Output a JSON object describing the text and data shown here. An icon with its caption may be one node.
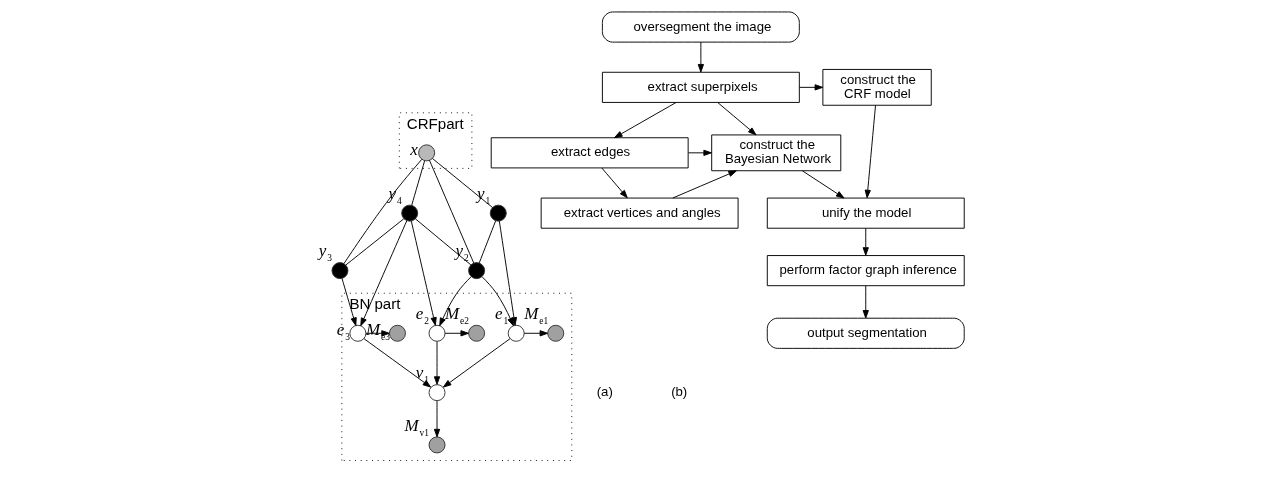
{
  "diagram": {
    "nodes": [
      {
        "text": [
          "CRFpart"
        ]
      },
      {
        "text": [],
        "shape": "circle",
        "beside": [
          "*x*"
        ],
        "in": 0
      },
      {
        "text": [],
        "shape": "circle",
        "beside": [
          "*y*$_{1}$"
        ]
      },
      {
        "text": [],
        "shape": "circle",
        "beside": [
          "*y*$_{2}$"
        ]
      },
      {
        "text": [],
        "shape": "circle",
        "beside": [
          "*y*$_{3}$"
        ]
      },
      {
        "text": [],
        "shape": "circle",
        "beside": [
          "*y*$_{4}$"
        ]
      },
      {
        "text": [
          "BN part"
        ]
      },
      {
        "text": [],
        "shape": "circle",
        "beside": [
          "*M*$_{e1}$"
        ],
        "in": 6
      },
      {
        "text": [],
        "shape": "circle",
        "beside": [
          "*e*$_{1}$"
        ],
        "in": 6
      },
      {
        "text": [],
        "shape": "circle",
        "beside": [
          "*M*$_{e2}$"
        ],
        "in": 6
      },
      {
        "text": [],
        "shape": "circle",
        "beside": [
          "*e*$_{2}$"
        ],
        "in": 6
      },
      {
        "text": [],
        "shape": "circle",
        "beside": [
          "*M*$_{e3}$"
        ],
        "in": 6
      },
      {
        "text": [],
        "shape": "circle",
        "beside": [
          "*e*$_{3}$"
        ],
        "in": 6
      },
      {
        "text": [],
        "shape": "circle",
        "beside": [
          "*v*$_{1}$"
        ],
        "in": 6
      },
      {
        "text": [],
        "shape": "circle",
        "beside": [
          "*M*$_{v1}$"
        ],
        "in": 6
      },
      {
        "text": [
          "oversegment the image"
        ]
      },
      {
        "text": [
          "construct the CRF model"
        ]
      },
      {
        "text": [
          "extract superpixels"
        ]
      },
      {
        "text": [
          "construct the Bayesian Network"
        ]
      },
      {
        "text": [
          "extract edges"
        ]
      },
      {
        "text": [
          "extract vertices and angles"
        ]
      },
      {
        "text": [
          "unify the model"
        ]
      },
      {
        "text": [
          "perform factor graph inference"
        ]
      },
      {
        "text": [
          "output segmentation"
        ]
      }
    ],
    "edges": [
      {
        "from": 1,
        "to": 2,
        "arrow": "none"
      },
      {
        "from": 1,
        "to": 3,
        "arrow": "none"
      },
      {
        "from": 1,
        "to": 4,
        "arrow": "none"
      },
      {
        "from": 1,
        "to": 5,
        "arrow": "none"
      },
      {
        "from": 2,
        "to": 3,
        "arrow": "none"
      },
      {
        "from": 3,
        "to": 5,
        "arrow": "none"
      },
      {
        "from": 4,
        "to": 5,
        "arrow": "none"
      },
      {
        "from": 2,
        "to": 8,
        "arrow": "to"
      },
      {
        "from": 3,
        "to": 8,
        "arrow": "to"
      },
      {
        "from": 3,
        "to": 10,
        "arrow": "to"
      },
      {
        "from": 5,
        "to": 10,
        "arrow": "to"
      },
      {
        "from": 4,
        "to": 12,
        "arrow": "to"
      },
      {
        "from": 5,
        "to": 12,
        "arrow": "to"
      },
      {
        "from": 8,
        "to": 7,
        "arrow": "to"
      },
      {
        "from": 10,
        "to": 9,
        "arrow": "to"
      },
      {
        "from": 12,
        "to": 11,
        "arrow": "to"
      },
      {
        "from": 8,
        "to": 13,
        "arrow": "to"
      },
      {
        "from": 10,
        "to": 13,
        "arrow": "to"
      },
      {
        "from": 12,
        "to": 13,
        "arrow": "to"
      },
      {
        "from": 13,
        "to": 14,
        "arrow": "to"
      },
      {
        "from": 15,
        "to": 17,
        "arrow": "to"
      },
      {
        "from": 17,
        "to": 16,
        "arrow": "to"
      },
      {
        "from": 17,
        "to": 19,
        "arrow": "to"
      },
      {
        "from": 17,
        "to": 18,
        "arrow": "to"
      },
      {
        "from": 19,
        "to": 20,
        "arrow": "to"
      },
      {
        "from": 19,
        "to": 18,
        "arrow": "to"
      },
      {
        "from": 20,
        "to": 18,
        "arrow": "to"
      },
      {
        "from": 16,
        "to": 21,
        "arrow": "to"
      },
      {
        "from": 18,
        "to": 21,
        "arrow": "to"
      },
      {
        "from": 21,
        "to": 22,
        "arrow": "to"
      },
      {
        "from": 22,
        "to": 23,
        "arrow": "to"
      }
    ],
    "labels": [
      "(a)",
      "(b)"
    ]
  }
}
